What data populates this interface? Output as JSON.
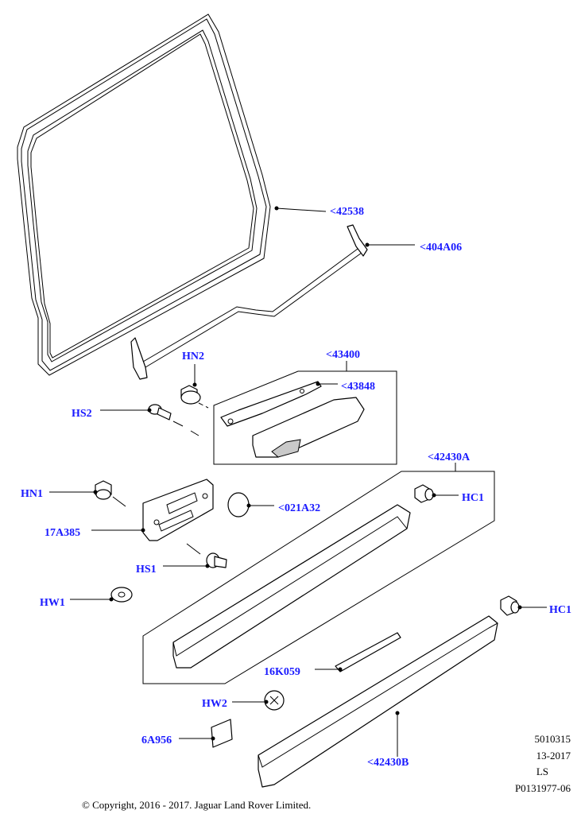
{
  "colors": {
    "label": "#1a1aff",
    "line": "#000000",
    "background": "#ffffff"
  },
  "labels": {
    "p42538": "<42538",
    "p404A06": "<404A06",
    "p43400": "<43400",
    "p43848": "<43848",
    "HN2": "HN2",
    "HS2": "HS2",
    "p42430A": "<42430A",
    "HN1": "HN1",
    "p021A32": "<021A32",
    "HC1a": "HC1",
    "p17A385": "17A385",
    "HS1": "HS1",
    "HW1": "HW1",
    "HC1b": "HC1",
    "p16K059": "16K059",
    "HW2": "HW2",
    "p6A956": "6A956",
    "p42430B": "<42430B"
  },
  "meta": {
    "line1": "5010315",
    "line2": "13-2017",
    "line3": "LS",
    "line4": "P0131977-06"
  },
  "copyright": "© Copyright, 2016 - 2017. Jaguar Land Rover Limited."
}
